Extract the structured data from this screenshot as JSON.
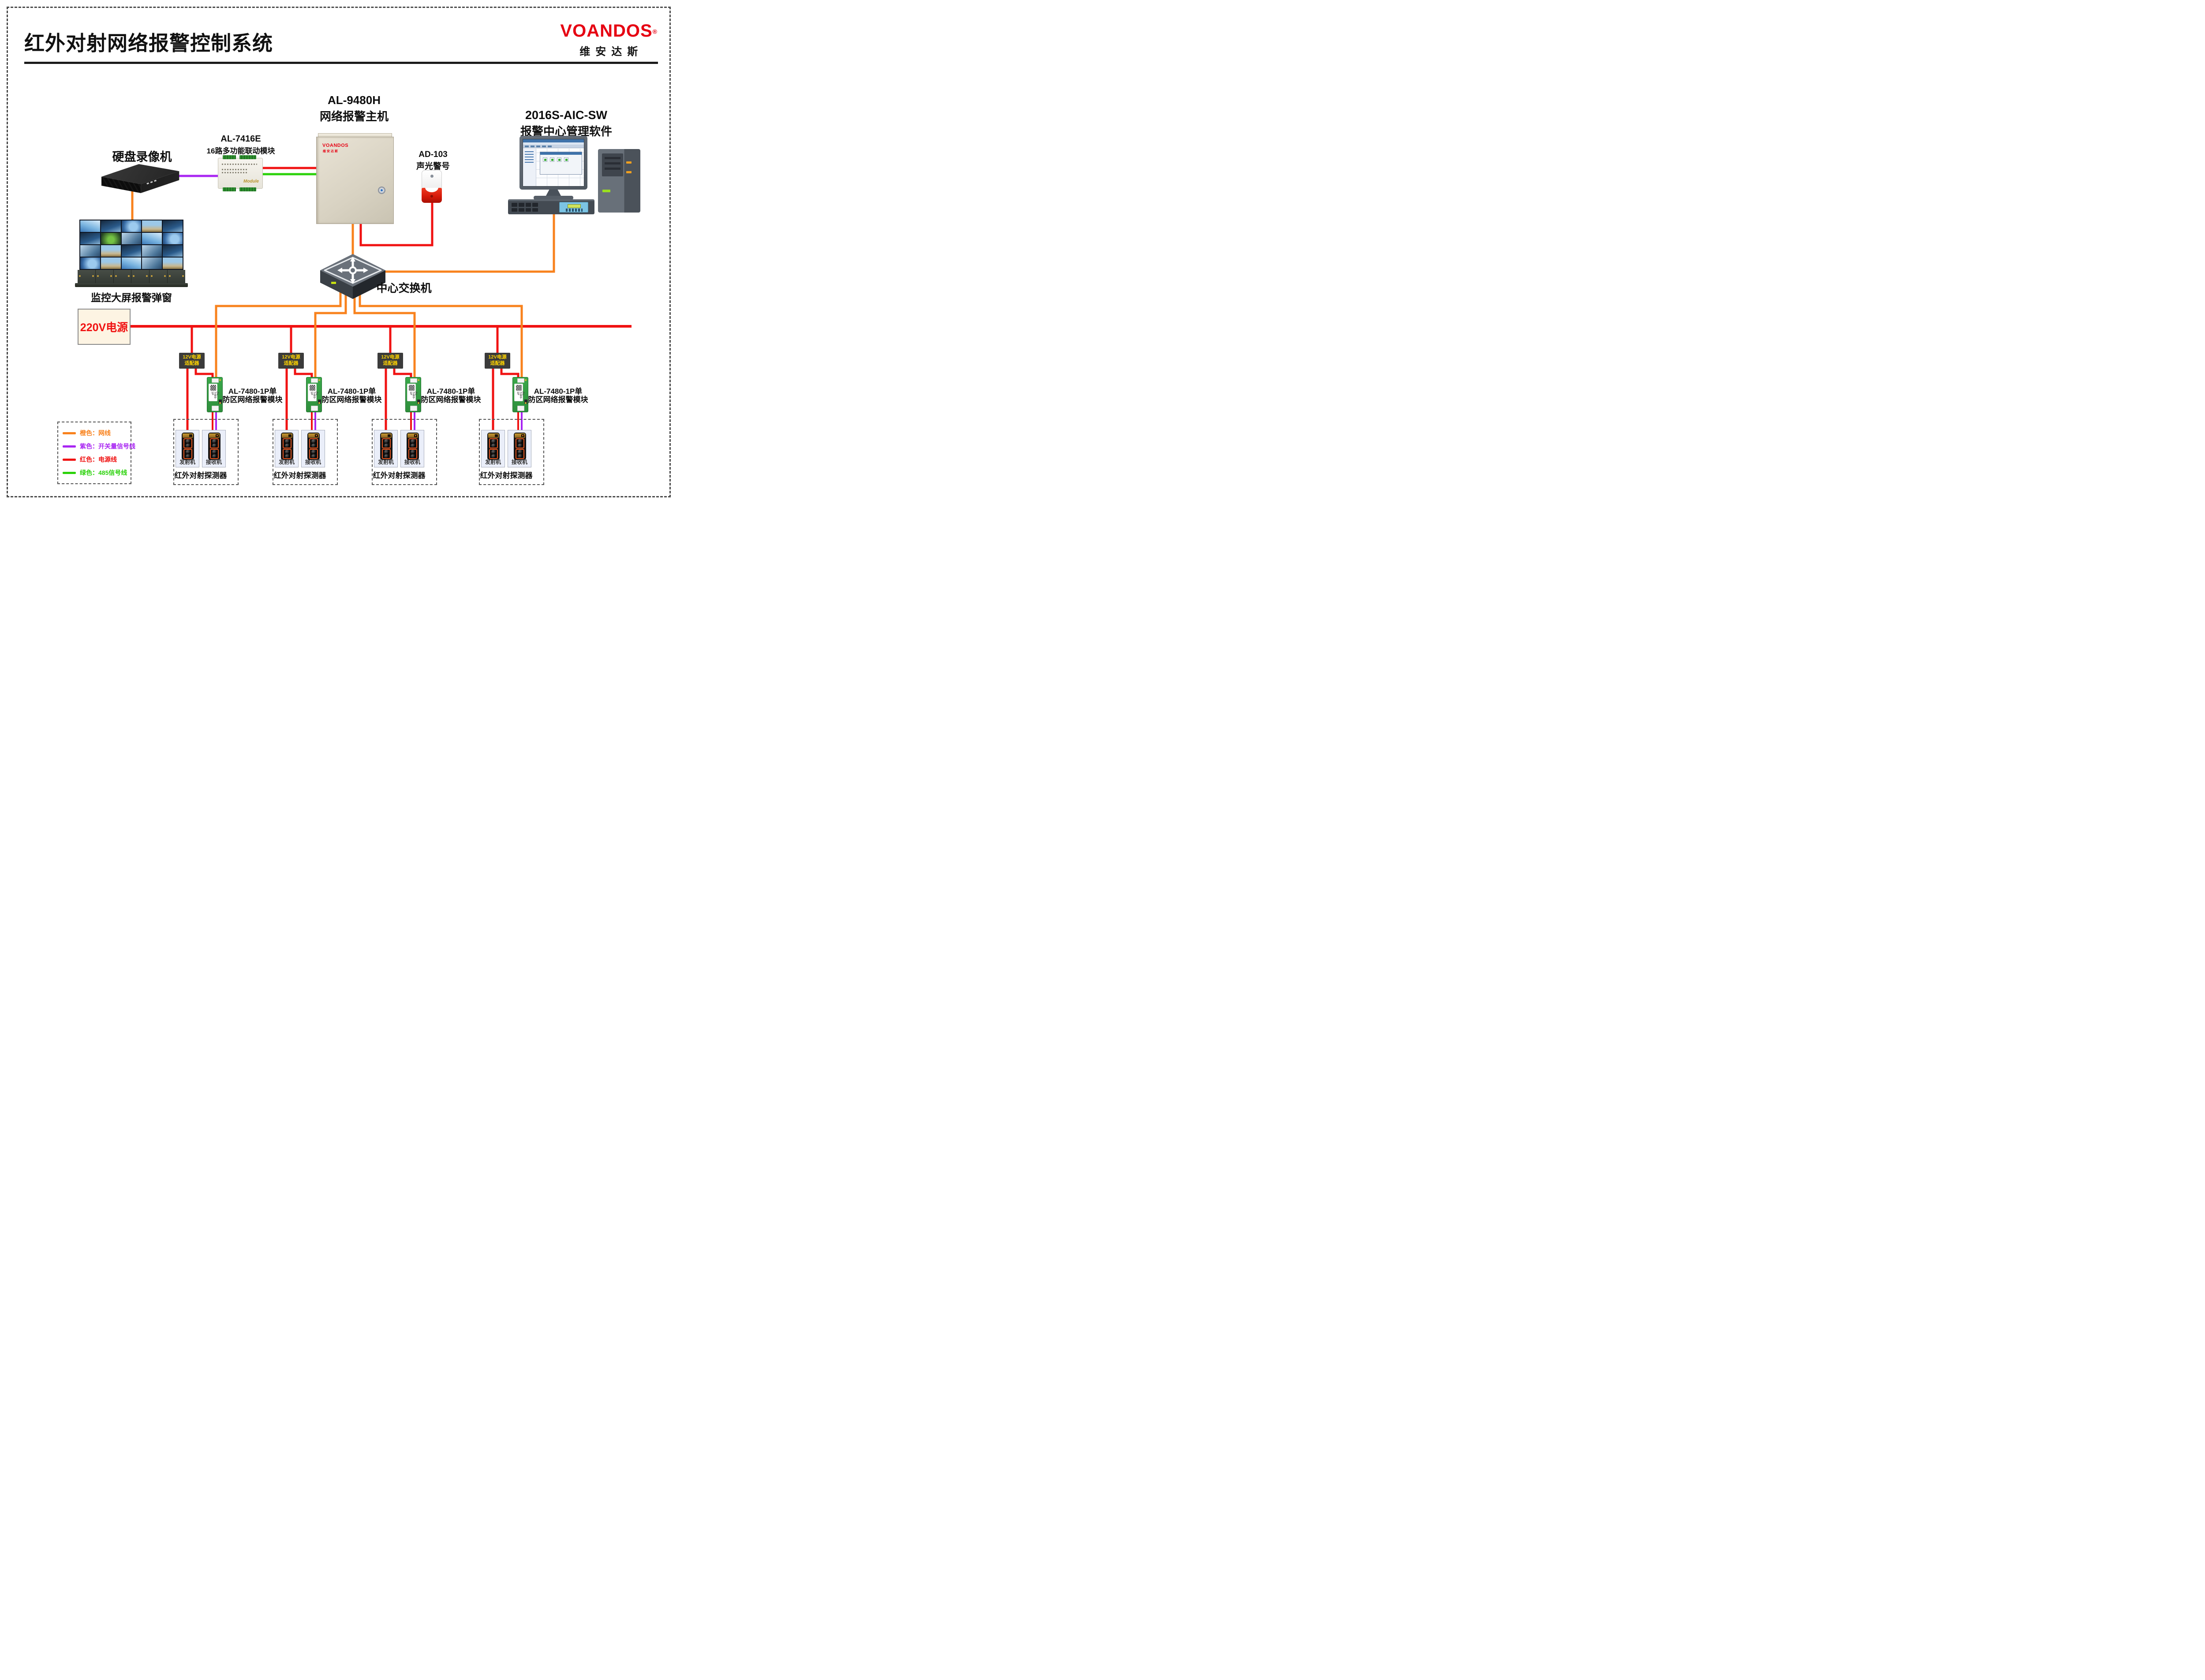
{
  "page": {
    "title": "红外对射网络报警控制系统",
    "brand": {
      "name": "VOANDOS",
      "reg": "®",
      "cn": "维安达斯"
    }
  },
  "devices": {
    "dvr": {
      "label": "硬盘录像机"
    },
    "linkage_module": {
      "model": "AL-7416E",
      "label": "16路多功能联动模块",
      "body_text": "Module"
    },
    "alarm_host": {
      "model": "AL-9480H",
      "label": "网络报警主机",
      "brand": "VOANDOS",
      "brand_cn": "维安达斯"
    },
    "siren": {
      "model": "AD-103",
      "label": "声光警号"
    },
    "software": {
      "model": "2016S-AIC-SW",
      "label": "报警中心管理软件"
    },
    "video_wall": {
      "label": "监控大屏报警弹窗"
    },
    "switch": {
      "label": "中心交换机"
    },
    "power_220v": {
      "label": "220V电源"
    }
  },
  "zones": {
    "count": 4,
    "adapter_label_line1": "12V电源",
    "adapter_label_line2": "适配器",
    "module_label_line1": "AL-7480-1P单",
    "module_label_line2": "防区网络报警模块",
    "module_sticker": "AL-7480-1P",
    "transmitter_label": "发射机",
    "receiver_label": "接收机",
    "group_label": "红外对射探测器"
  },
  "legend": {
    "items": [
      {
        "label": "橙色：网线",
        "color": "#F8821D"
      },
      {
        "label": "紫色：开关量信号线",
        "color": "#A825F2"
      },
      {
        "label": "红色：电源线",
        "color": "#F01212"
      },
      {
        "label": "绿色：485信号线",
        "color": "#2BD20B"
      }
    ]
  },
  "colors": {
    "network": "#F8821D",
    "signal_switch": "#A825F2",
    "power": "#F01212",
    "rs485": "#2BD20B",
    "brand_red": "#E60012",
    "adapter_text": "#FFD400"
  }
}
